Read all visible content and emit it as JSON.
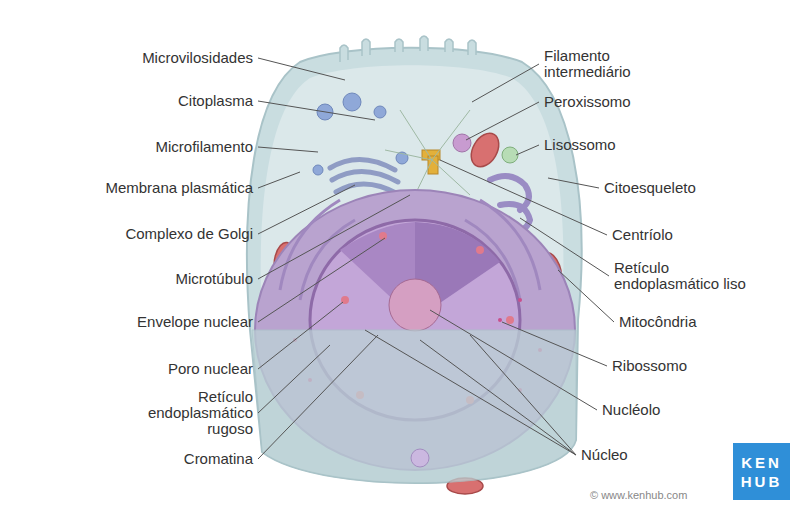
{
  "diagram": {
    "nodes": [
      {
        "text": [
          "KEN HUB"
        ]
      }
    ],
    "labels": [
      "Microvilosidades",
      "Citoplasma",
      "Microfilamento",
      "Membrana plasmática",
      "Complexo de Golgi",
      "Microtúbulo",
      "Envelope nuclear",
      "Poro nuclear",
      "Retículo endoplasmático rugoso",
      "Cromatina",
      "Filamento intermediário",
      "Peroxissomo",
      "Lisossomo",
      "Citoesqueleto",
      "Centríolo",
      "Retículo endoplasmático liso",
      "Mitocôndria",
      "Ribossomo",
      "Nucléolo",
      "Núcleo",
      "© www.kenhub.com"
    ]
  }
}
